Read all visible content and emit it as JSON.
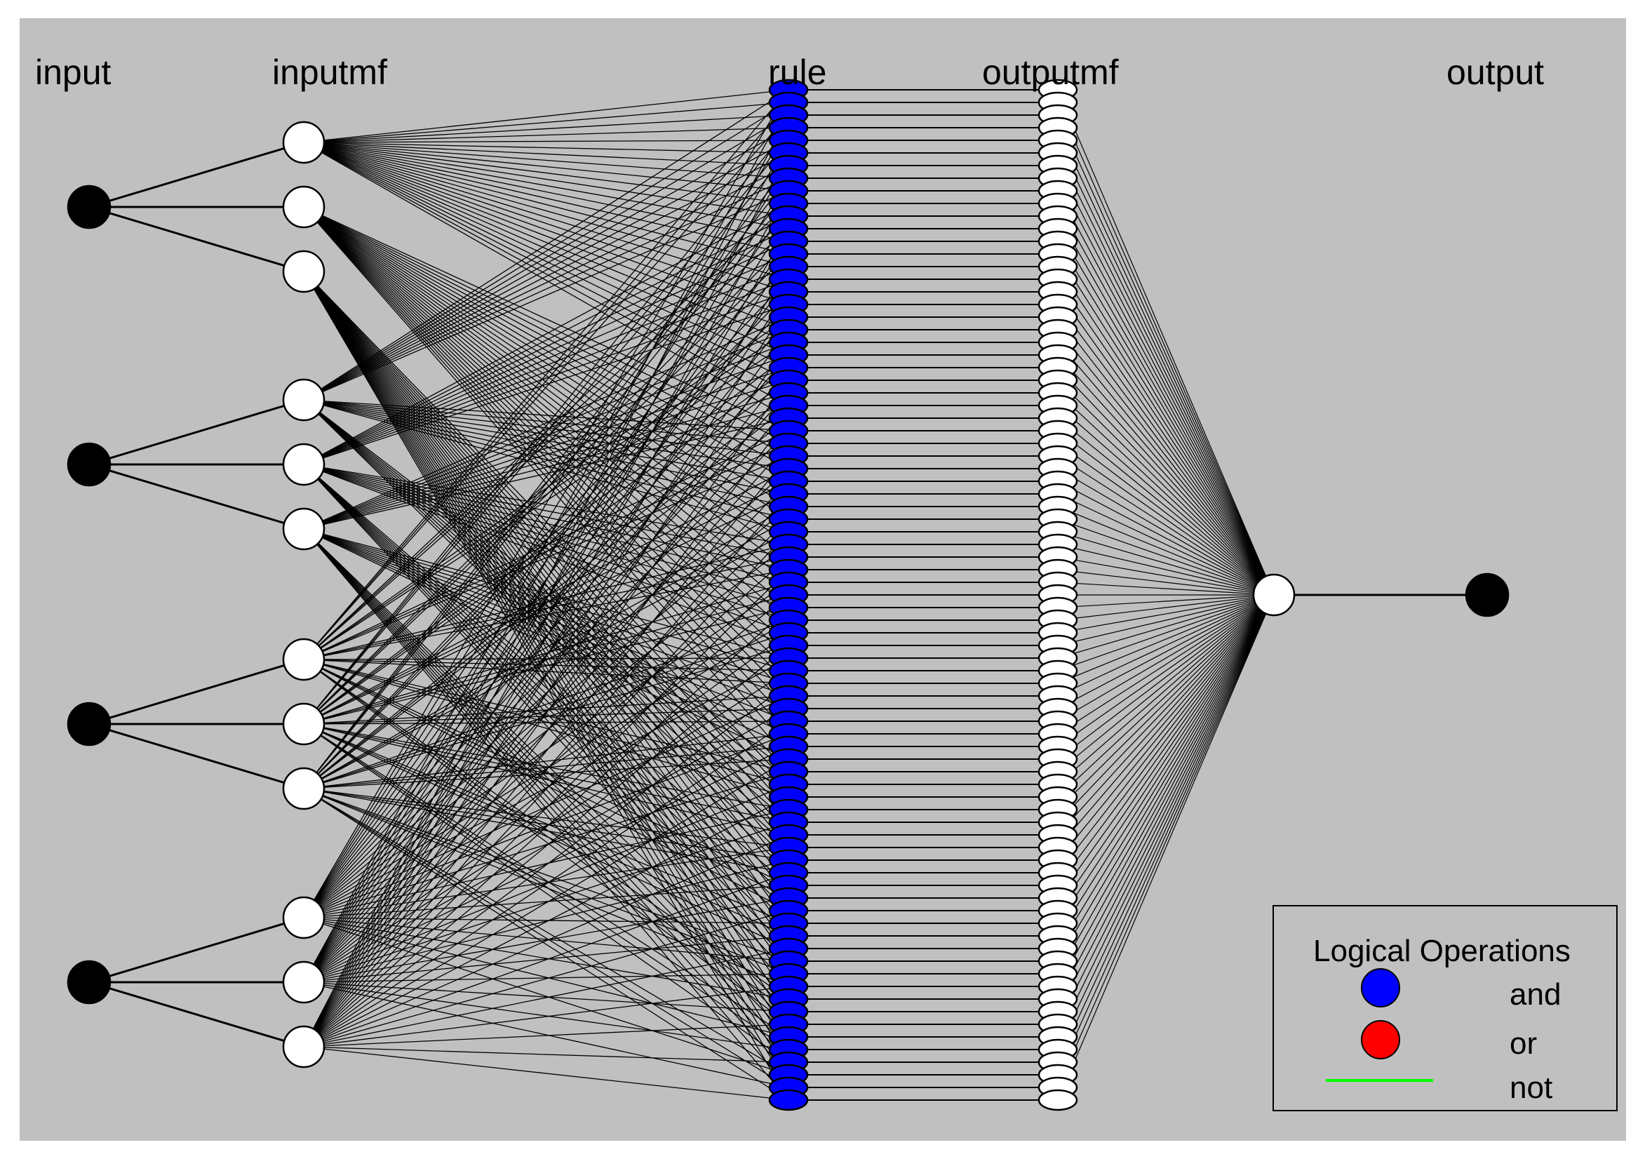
{
  "layers": {
    "input": "input",
    "inputmf": "inputmf",
    "rule": "rule",
    "outputmf": "outputmf",
    "output": "output"
  },
  "network": {
    "num_inputs": 4,
    "mfs_per_input": 3,
    "num_rules": 81,
    "num_outputs": 1
  },
  "legend": {
    "title": "Logical Operations",
    "items": [
      {
        "label": "and",
        "color": "#0000ff",
        "symbol": "circle"
      },
      {
        "label": "or",
        "color": "#ff0000",
        "symbol": "circle"
      },
      {
        "label": "not",
        "color": "#00ff00",
        "symbol": "line"
      }
    ]
  },
  "colors": {
    "background": "#c0c0c0",
    "rule_node": "#0000ff",
    "mf_node": "#ffffff",
    "io_node": "#000000"
  }
}
